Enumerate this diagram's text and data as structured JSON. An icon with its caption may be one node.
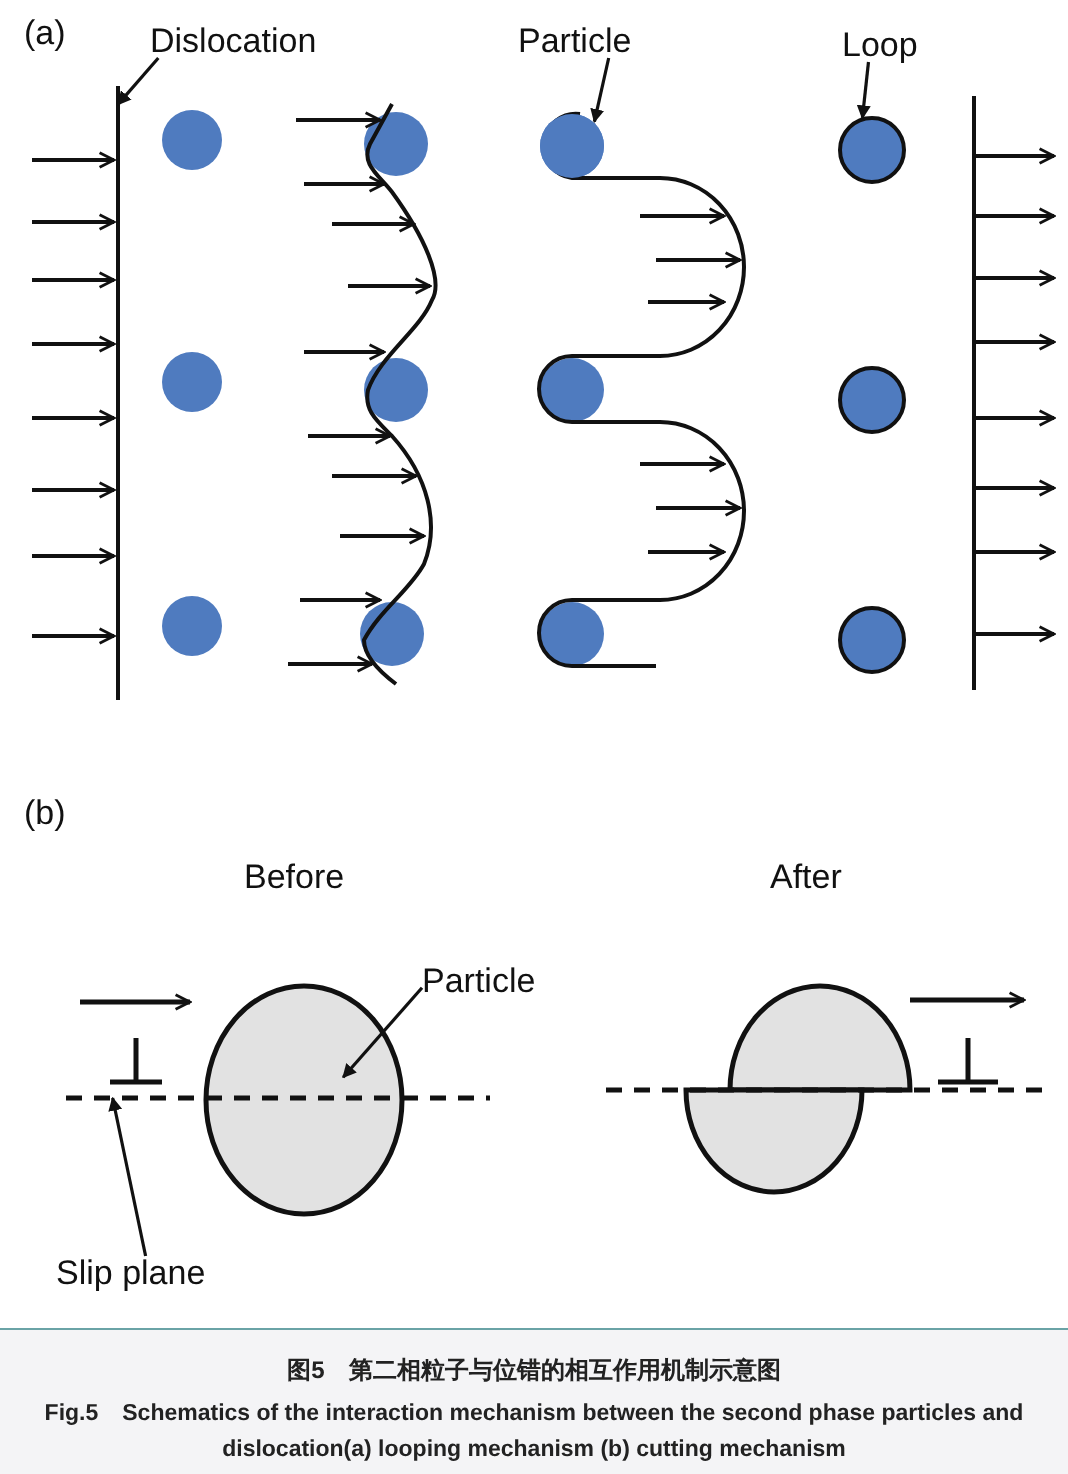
{
  "diagram": {
    "title": "图5　第二相粒子与位错的相互作用机制示意图",
    "caption": "Fig.5　Schematics of the interaction mechanism between the second phase particles and dislocation(a) looping mechanism (b) cutting mechanism",
    "nodes": [
      {
        "text": [
          "Dislocation"
        ]
      },
      {
        "text": [],
        "shape": "line"
      },
      {
        "text": [
          "Particle"
        ]
      },
      {
        "text": [],
        "shape": "circle"
      },
      {
        "text": [
          "Loop"
        ]
      },
      {
        "text": [],
        "shape": "circle"
      },
      {
        "text": [
          "Particle"
        ]
      },
      {
        "text": [],
        "shape": "ellipse"
      },
      {
        "text": [
          "Slip plane"
        ]
      },
      {
        "text": [],
        "shape": "line"
      }
    ],
    "edges": [
      {
        "from": 0,
        "to": 1,
        "arrow": "to"
      },
      {
        "from": 2,
        "to": 3,
        "arrow": "to"
      },
      {
        "from": 4,
        "to": 5,
        "arrow": "to"
      },
      {
        "from": 6,
        "to": 7,
        "arrow": "to"
      },
      {
        "from": 8,
        "to": 9,
        "arrow": "to"
      }
    ],
    "labels": [
      "(a)",
      "(b)",
      "Before",
      "After"
    ]
  }
}
